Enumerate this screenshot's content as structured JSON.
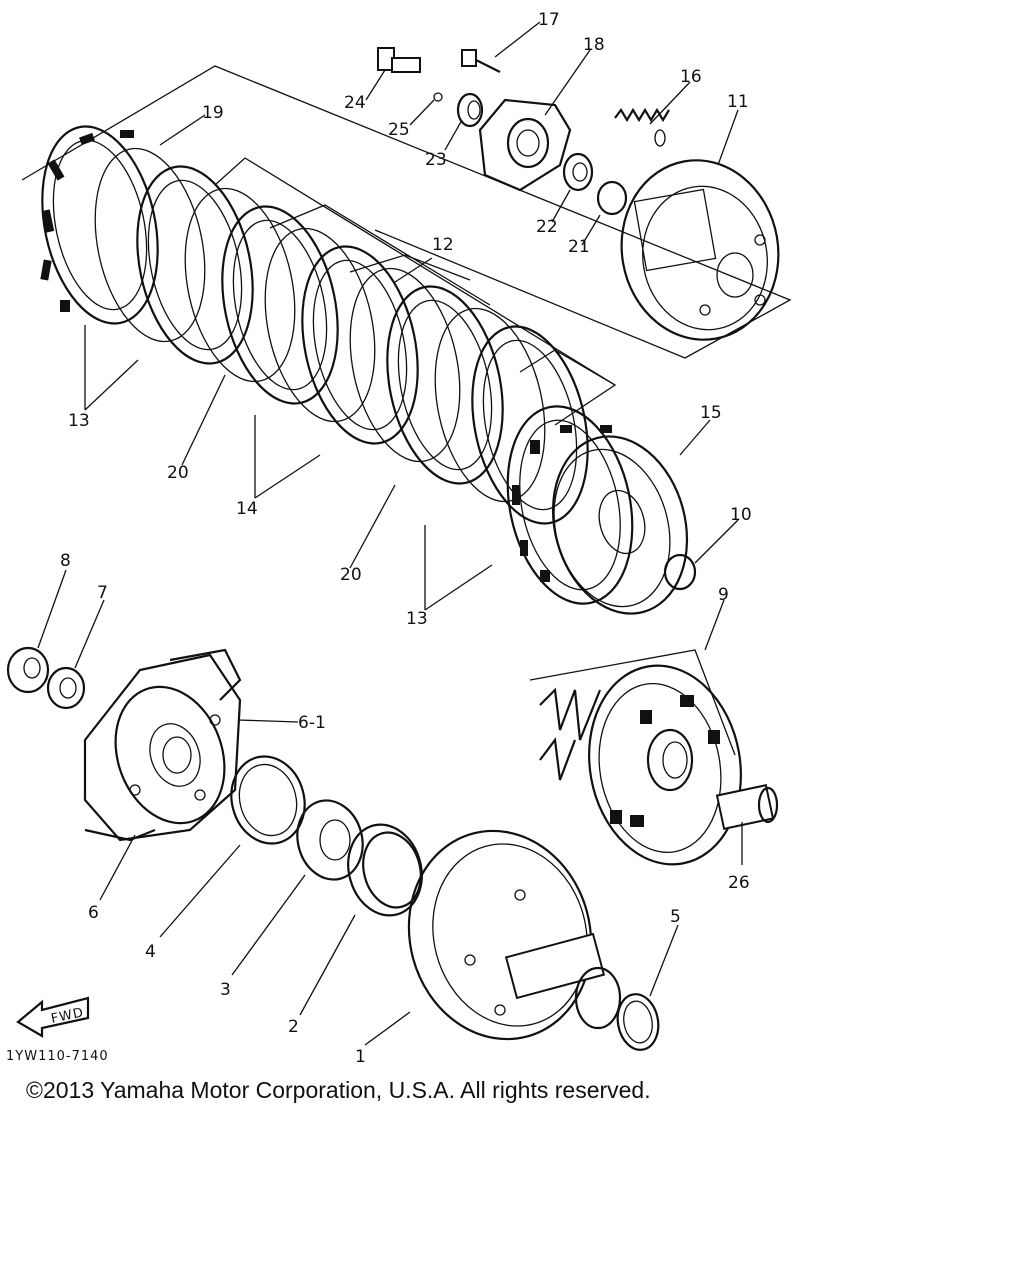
{
  "diagram": {
    "parts": [
      {
        "id": "p1",
        "label": "1"
      },
      {
        "id": "p2",
        "label": "2"
      },
      {
        "id": "p3",
        "label": "3"
      },
      {
        "id": "p4",
        "label": "4"
      },
      {
        "id": "p5",
        "label": "5"
      },
      {
        "id": "p6",
        "label": "6"
      },
      {
        "id": "p6_1",
        "label": "6-1"
      },
      {
        "id": "p7",
        "label": "7"
      },
      {
        "id": "p8",
        "label": "8"
      },
      {
        "id": "p9",
        "label": "9"
      },
      {
        "id": "p10",
        "label": "10"
      },
      {
        "id": "p11",
        "label": "11"
      },
      {
        "id": "p12",
        "label": "12"
      },
      {
        "id": "p13a",
        "label": "13"
      },
      {
        "id": "p13b",
        "label": "13"
      },
      {
        "id": "p14",
        "label": "14"
      },
      {
        "id": "p15",
        "label": "15"
      },
      {
        "id": "p16",
        "label": "16"
      },
      {
        "id": "p17",
        "label": "17"
      },
      {
        "id": "p18",
        "label": "18"
      },
      {
        "id": "p19",
        "label": "19"
      },
      {
        "id": "p20a",
        "label": "20"
      },
      {
        "id": "p20b",
        "label": "20"
      },
      {
        "id": "p21",
        "label": "21"
      },
      {
        "id": "p22",
        "label": "22"
      },
      {
        "id": "p23",
        "label": "23"
      },
      {
        "id": "p24",
        "label": "24"
      },
      {
        "id": "p25",
        "label": "25"
      },
      {
        "id": "p26",
        "label": "26"
      }
    ],
    "fwd_label": "FWD",
    "drawing_code": "1YW110-7140"
  },
  "copyright": "©2013 Yamaha Motor Corporation, U.S.A. All rights reserved."
}
